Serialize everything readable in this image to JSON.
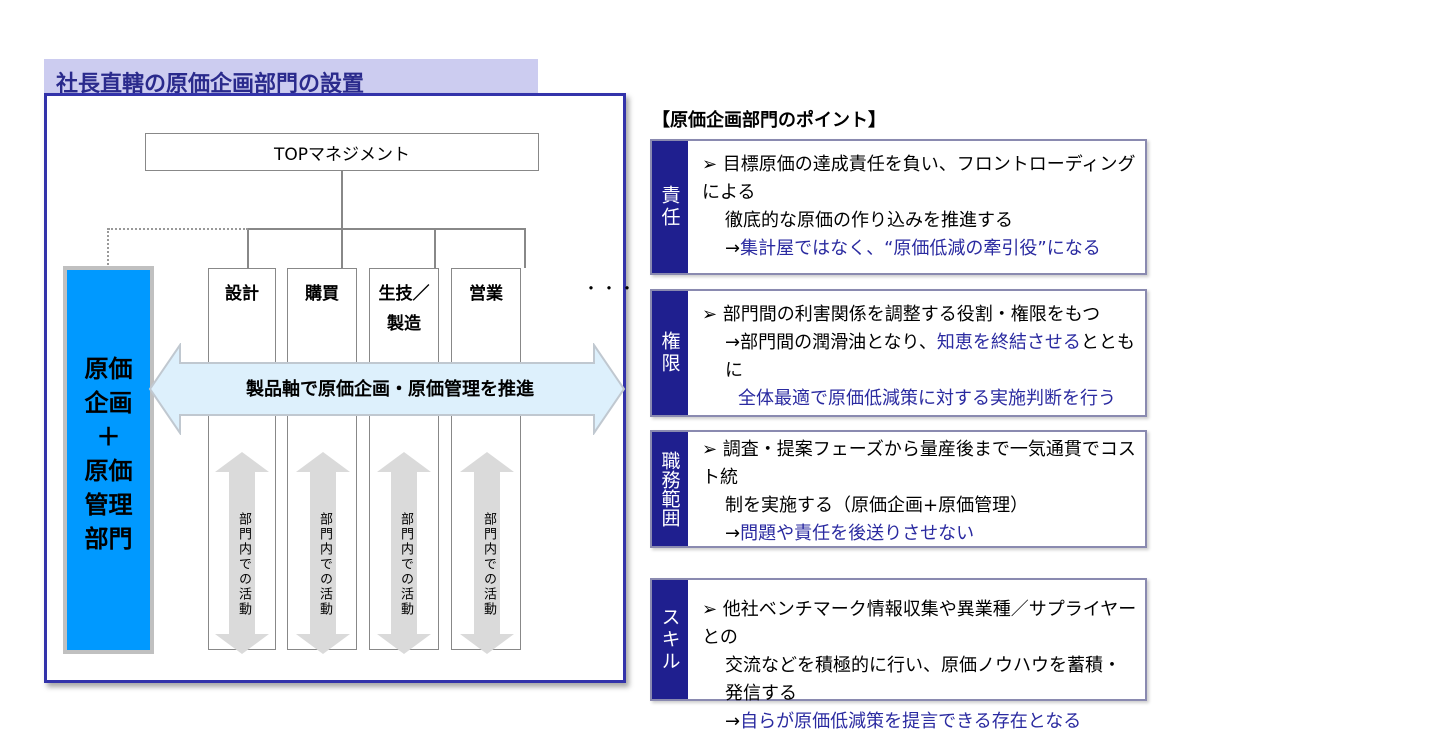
{
  "title": "社長直轄の原価企画部門の設置",
  "org_chart": {
    "top_management": "TOPマネジメント",
    "cost_department_lines": [
      "原価",
      "企画",
      "＋",
      "原価",
      "管理",
      "部門"
    ],
    "departments": [
      {
        "label_lines": [
          "設計"
        ],
        "activity": "部門内での活動"
      },
      {
        "label_lines": [
          "購買"
        ],
        "activity": "部門内での活動"
      },
      {
        "label_lines": [
          "生技／",
          "製造"
        ],
        "activity": "部門内での活動"
      },
      {
        "label_lines": [
          "営業"
        ],
        "activity": "部門内での活動"
      }
    ],
    "more_indicator": "・・・",
    "cross_arrow_text": "製品軸で原価企画・原価管理を推進"
  },
  "points": {
    "heading": "【原価企画部門のポイント】",
    "cards": [
      {
        "label": "責任",
        "lines": [
          {
            "text": "➢ 目標原価の達成責任を負い、フロントローディングによる",
            "style": "normal"
          },
          {
            "text": "徹底的な原価の作り込みを推進する",
            "style": "indent"
          },
          {
            "prefix": "→",
            "text": "集計屋ではなく、“原価低減の牽引役”になる",
            "style": "indent-blue"
          }
        ]
      },
      {
        "label": "権限",
        "lines": [
          {
            "text": "➢ 部門間の利害関係を調整する役割・権限をもつ",
            "style": "normal"
          },
          {
            "prefix": "→部門間の潤滑油となり、",
            "text": "知恵を終結させる",
            "suffix": "とともに",
            "style": "indent-mixed"
          },
          {
            "text": "全体最適で原価低減策に対する実施判断を行う",
            "style": "indent2-blue"
          }
        ]
      },
      {
        "label": "職務範囲",
        "lines": [
          {
            "text": "➢ 調査・提案フェーズから量産後まで一気通貫でコスト統",
            "style": "normal"
          },
          {
            "text": "制を実施する（原価企画+原価管理）",
            "style": "indent"
          },
          {
            "prefix": "→",
            "text": "問題や責任を後送りさせない",
            "style": "indent-blue"
          }
        ]
      },
      {
        "label": "スキル",
        "lines": [
          {
            "text": "➢ 他社ベンチマーク情報収集や異業種／サプライヤーとの",
            "style": "normal"
          },
          {
            "text": "交流などを積極的に行い、原価ノウハウを蓄積・発信する",
            "style": "indent"
          },
          {
            "prefix": "→",
            "text": "自らが原価低減策を提言できる存在となる",
            "style": "indent-blue"
          }
        ]
      }
    ]
  },
  "colors": {
    "title_bg": "#ccccf0",
    "title_text": "#2a2a8c",
    "frame_border": "#3333aa",
    "cost_dept_fill": "#0099ff",
    "label_bg": "#1f1f8f",
    "emphasis_text": "#2a2aa0",
    "arrow_fill": "#ddf0fc"
  }
}
